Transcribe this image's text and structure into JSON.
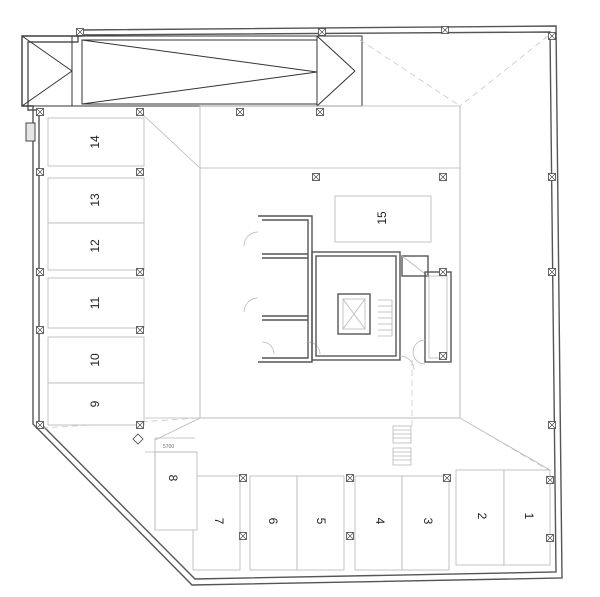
{
  "diagram": {
    "parking_spaces": [
      "1",
      "2",
      "3",
      "4",
      "5",
      "6",
      "7",
      "8",
      "9",
      "10",
      "11",
      "12",
      "13",
      "14",
      "15"
    ],
    "dimension_note": "5700"
  }
}
